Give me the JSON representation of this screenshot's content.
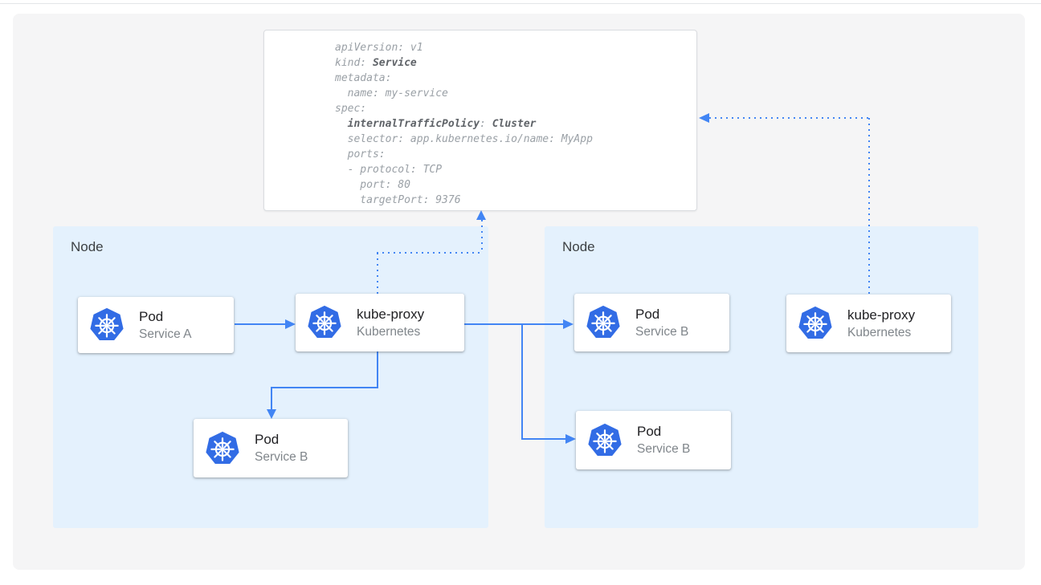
{
  "diagram": {
    "type": "kubernetes-service-internal-traffic-policy",
    "colors": {
      "arrow_blue": "#4285f4",
      "kubernetes_icon_blue": "#326ce5",
      "node_background": "#e4f1fd",
      "canvas_background": "#f5f5f6",
      "card_background": "#ffffff",
      "code_regular_text": "#9aa0a6",
      "code_bold_text": "#5f6368",
      "card_title_text": "#212124",
      "card_subtitle_text": "#80868b",
      "node_label_text": "#3c4043",
      "panel_border": "#dadce0"
    }
  },
  "code": {
    "lines": [
      [
        "apiVersion: v1"
      ],
      [
        "kind: ",
        "Service"
      ],
      [
        "metadata:"
      ],
      [
        "  name: my-service"
      ],
      [
        "spec:"
      ],
      [
        "  ",
        "internalTrafficPolicy",
        ": ",
        "Cluster"
      ],
      [
        "  selector: app.kubernetes.io/name: MyApp"
      ],
      [
        "  ports:"
      ],
      [
        "  - protocol: TCP"
      ],
      [
        "    port: 80"
      ],
      [
        "    targetPort: 9376"
      ]
    ]
  },
  "nodes": {
    "left": {
      "label": "Node"
    },
    "right": {
      "label": "Node"
    }
  },
  "cards": {
    "pod_a": {
      "title": "Pod",
      "subtitle": "Service A",
      "icon": "kubernetes-icon"
    },
    "kube_proxy_left": {
      "title": "kube-proxy",
      "subtitle": "Kubernetes",
      "icon": "kubernetes-icon"
    },
    "pod_b_left": {
      "title": "Pod",
      "subtitle": "Service B",
      "icon": "kubernetes-icon"
    },
    "pod_b_right_top": {
      "title": "Pod",
      "subtitle": "Service B",
      "icon": "kubernetes-icon"
    },
    "pod_b_right_bottom": {
      "title": "Pod",
      "subtitle": "Service B",
      "icon": "kubernetes-icon"
    },
    "kube_proxy_right": {
      "title": "kube-proxy",
      "subtitle": "Kubernetes",
      "icon": "kubernetes-icon"
    }
  }
}
